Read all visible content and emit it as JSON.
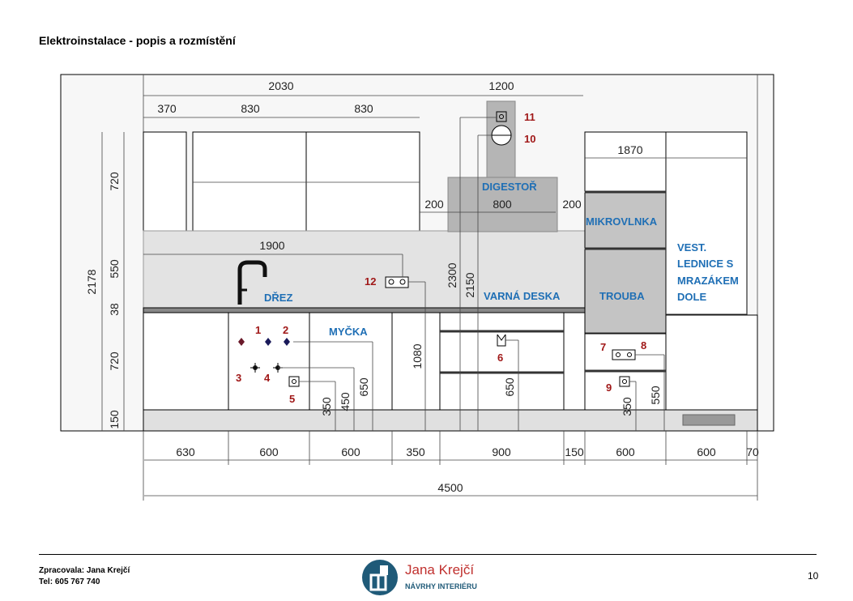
{
  "page": {
    "title": "Elektroinstalace - popis a rozmístění",
    "author_line": "Zpracovala: Jana Krejčí",
    "phone_line": "Tel: 605 767 740",
    "page_number": "10"
  },
  "logo": {
    "name": "Jana Krejčí",
    "subtitle": "NÁVRHY INTERIÉRU"
  },
  "labels": {
    "dishwasher": "MYČKA",
    "sink": "DŘEZ",
    "hood": "DIGESTOŘ",
    "hob": "VARNÁ DESKA",
    "microwave": "MIKROVLNKA",
    "oven": "TROUBA",
    "fridge": [
      "VEST.",
      "LEDNICE S",
      "MRAZÁKEM",
      "DOLE"
    ]
  },
  "dimensions": {
    "top_total_left": "2030",
    "top_total_right": "1200",
    "upper_cab_1": "370",
    "upper_cab_2": "830",
    "upper_cab_3": "830",
    "tall_unit_top": "1870",
    "hood_left": "200",
    "hood_width": "800",
    "hood_right": "200",
    "backsplash_width": "1900",
    "height_upper": "720",
    "height_backsplash": "550",
    "height_worktop": "38",
    "height_base": "720",
    "height_plinth": "150",
    "height_total": "2178",
    "h_2300": "2300",
    "h_2150": "2150",
    "h_1080": "1080",
    "h_650_dishwasher": "650",
    "h_450": "450",
    "h_350_left": "350",
    "h_650_hob": "650",
    "h_350_right": "350",
    "h_550": "550",
    "bottom": [
      "630",
      "600",
      "600",
      "350",
      "900",
      "150",
      "600",
      "600",
      "70"
    ],
    "total_width": "4500"
  },
  "points": [
    "1",
    "2",
    "3",
    "4",
    "5",
    "6",
    "7",
    "8",
    "9",
    "10",
    "11",
    "12"
  ],
  "colors": {
    "label_blue": "#1f6fb5",
    "number_red": "#a01818",
    "hood_gray": "#b5b5b5",
    "backsplash_gray": "#e3e3e3",
    "appliance_gray": "#c4c4c4",
    "logo_teal": "#1f5a78"
  }
}
